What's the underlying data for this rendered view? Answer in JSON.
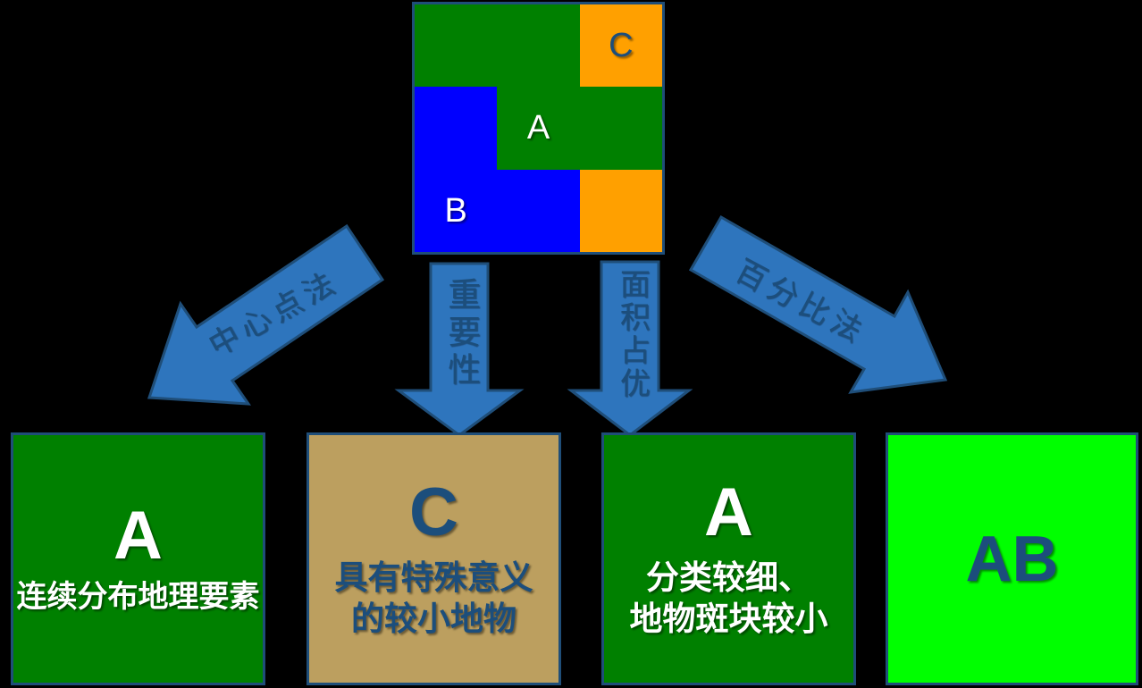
{
  "colors": {
    "background": "#000000",
    "green": "#008000",
    "orange": "#FFA000",
    "blue": "#0000FF",
    "tan": "#BC9F5F",
    "bright_green": "#00FF00",
    "arrow_fill": "#2E75BD",
    "arrow_border": "#1F4E79",
    "box_border": "#1F4E79",
    "navy_text": "#1C4E7C",
    "white_text": "#FFFFFF"
  },
  "source_grid": {
    "cells": [
      {
        "color": "green",
        "label": ""
      },
      {
        "color": "green",
        "label": ""
      },
      {
        "color": "orange",
        "label": "C"
      },
      {
        "color": "blue",
        "label": ""
      },
      {
        "color": "green",
        "label": "A"
      },
      {
        "color": "green",
        "label": ""
      },
      {
        "color": "blue",
        "label": "B"
      },
      {
        "color": "blue",
        "label": ""
      },
      {
        "color": "orange",
        "label": ""
      }
    ]
  },
  "arrows": {
    "center_point": {
      "label": "中心点法"
    },
    "importance": {
      "label": "重要性"
    },
    "area_dominance": {
      "label": "面积占优"
    },
    "percentage": {
      "label": "百分比法"
    }
  },
  "result_boxes": [
    {
      "letter": "A",
      "line1": "连续分布地理要素",
      "line2": "",
      "color": "green"
    },
    {
      "letter": "C",
      "line1": "具有特殊意义",
      "line2": "的较小地物",
      "color": "tan"
    },
    {
      "letter": "A",
      "line1": "分类较细、",
      "line2": "地物斑块较小",
      "color": "green"
    },
    {
      "letter": "AB",
      "line1": "",
      "line2": "",
      "color": "bright-green"
    }
  ]
}
